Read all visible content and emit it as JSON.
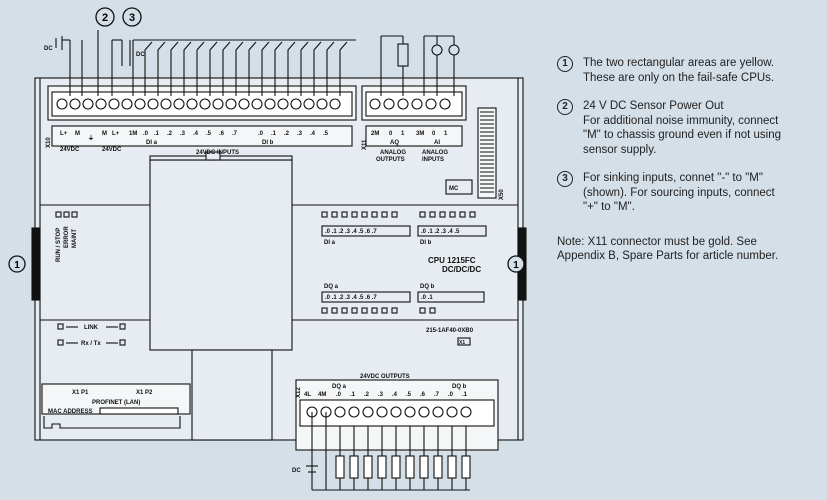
{
  "colors": {
    "background": "#d5dfe7",
    "body": "#e6ecf1",
    "line": "#111111",
    "panel": "#ffffff"
  },
  "callouts": {
    "c1_left": "1",
    "c1_right": "1",
    "c2": "2",
    "c3": "3"
  },
  "diagram": {
    "top_labels": {
      "dc_left": "DC",
      "dc_mid": "DC",
      "plus": "+",
      "minus": "-"
    },
    "x10": {
      "id": "X10",
      "lplus": "L+",
      "m": "M",
      "ground": "⏚",
      "v1": "24VDC",
      "m2": "M",
      "lplus2": "L+",
      "v2": "24VDC"
    },
    "di": {
      "one_m": "1M",
      ".0": ".0",
      ".1": ".1",
      ".2": ".2",
      ".3": ".3",
      ".4": ".4",
      ".5": ".5",
      ".6": ".6",
      ".7": ".7",
      "b0": ".0",
      "b1": ".1",
      "b2": ".2",
      "b3": ".3",
      "b4": ".4",
      "b5": ".5",
      "dia": "DI a",
      "dib": "DI b",
      "inputs_title": "24VDC INPUTS"
    },
    "x11": {
      "id": "X11",
      "two_m": "2M",
      "zero": "0",
      "one": "1",
      "three_m": "3M",
      "zero2": "0",
      "one2": "1",
      "aq": "AQ",
      "ai": "AI",
      "analog1": "ANALOG",
      "outputs": "OUTPUTS",
      "analog2": "ANALOG",
      "inputs": "INPUTS"
    },
    "mc": "MC",
    "x50": "X50",
    "leds": {
      "run": "RUN / STOP",
      "error": "ERROR",
      "maint": "MAINT"
    },
    "di_a_row": ".0 .1 .2 .3 .4 .5 .6 .7",
    "di_a_label": "DI a",
    "di_b_row": ".0 .1 .2 .3 .4 .5",
    "di_b_label": "DI b",
    "cpu_name": "CPU 1215FC",
    "cpu_type": "DC/DC/DC",
    "dq_a_label": "DQ a",
    "dq_a_row": ".0 .1 .2 .3 .4 .5 .6 .7",
    "dq_b_label": "DQ b",
    "dq_b_row": ".0 .1",
    "article": "215-1AF40-0XB0",
    "x1_small": "X1",
    "link": "LINK",
    "rxtx": "Rx / Tx",
    "x1p1": "X1 P1",
    "x1p2": "X1 P2",
    "profinet": "PROFINET (LAN)",
    "mac": "MAC ADDRESS",
    "x12": {
      "id": "X12",
      "outputs_title": "24VDC OUTPUTS",
      "l4": "4L",
      "m4": "4M",
      "dqa": "DQ a",
      "dqb": "DQ b",
      "o0": ".0",
      "o1": ".1",
      "o2": ".2",
      "o3": ".3",
      "o4": ".4",
      "o5": ".5",
      "o6": ".6",
      "o7": ".7",
      "ob0": ".0",
      "ob1": ".1"
    },
    "bottom_dc": "DC"
  },
  "notes": {
    "n1_marker": "1",
    "n1_l1": "The two rectangular areas are yellow.",
    "n1_l2": "These are only on the fail-safe CPUs.",
    "n2_marker": "2",
    "n2_l1": "24 V DC Sensor Power Out",
    "n2_l2": "For additional noise immunity, connect",
    "n2_l3": "\"M\" to chassis ground even if not using",
    "n2_l4": "sensor supply.",
    "n3_marker": "3",
    "n3_l1": "For sinking inputs, connet \"-\" to \"M\"",
    "n3_l2": "(shown). For sourcing inputs, connect",
    "n3_l3": "\"+\" to \"M\".",
    "final_l1": "Note: X11 connector must be gold. See",
    "final_l2": "Appendix B, Spare Parts for article number."
  }
}
